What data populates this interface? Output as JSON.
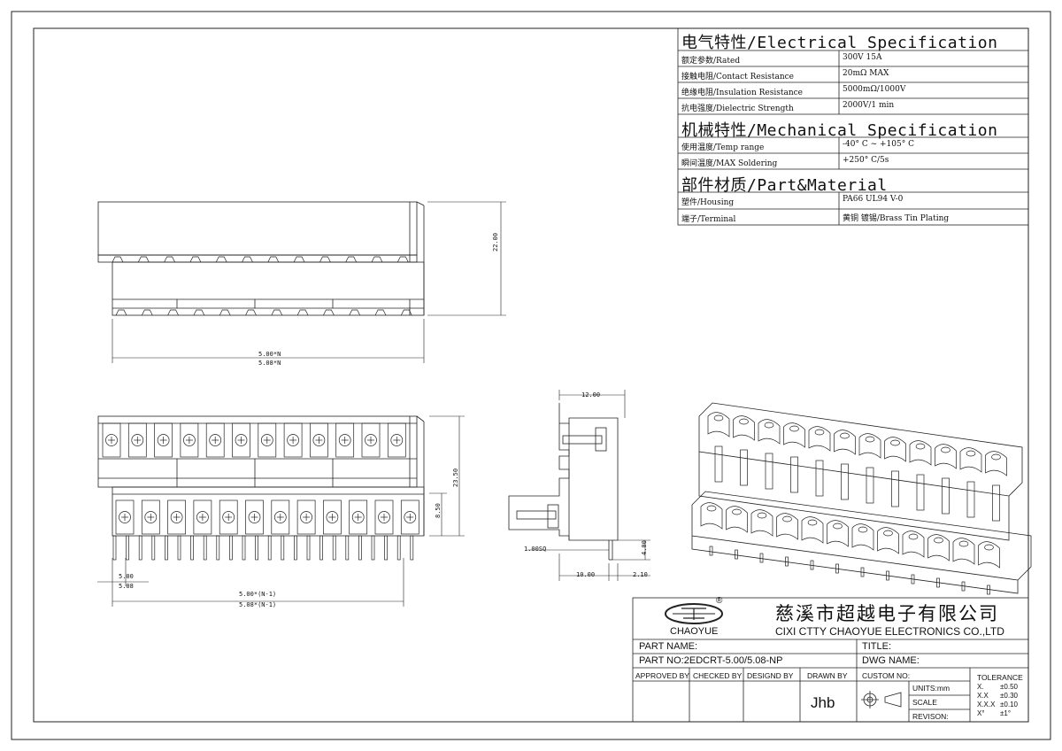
{
  "spec": {
    "electrical_title": "电气特性/Electrical Specification",
    "electrical_rows": [
      {
        "label": "额定参数/Rated",
        "value": "300V  15A"
      },
      {
        "label": "接触电阻/Contact Resistance",
        "value": "20mΩ MAX"
      },
      {
        "label": "绝缘电阻/Insulation Resistance",
        "value": "5000mΩ/1000V"
      },
      {
        "label": "抗电强度/Dielectric Strength",
        "value": "2000V/1 min"
      }
    ],
    "mechanical_title": "机械特性/Mechanical Specification",
    "mechanical_rows": [
      {
        "label": "使用温度/Temp range",
        "value": "-40° C ~ +105° C"
      },
      {
        "label": "瞬间温度/MAX Soldering",
        "value": "+250° C/5s"
      }
    ],
    "material_title": "部件材质/Part&Material",
    "material_rows": [
      {
        "label": "塑件/Housing",
        "value": "PA66 UL94 V-0"
      },
      {
        "label": "端子/Terminal",
        "value": "黄铜 镀锡/Brass Tin Plating"
      }
    ]
  },
  "dimensions": {
    "top_width_a": "5.00*N",
    "top_width_b": "5.08*N",
    "top_height": "22.00",
    "front_height_total": "23.50",
    "front_height_lower": "8.50",
    "pitch_a": "5.00",
    "pitch_b": "5.08",
    "front_width_a": "5.00*(N-1)",
    "front_width_b": "5.08*(N-1)",
    "side_top_width": "12.00",
    "side_pin_sq": "1.00SQ",
    "side_pin_len": "4.00",
    "side_bottom_a": "10.00",
    "side_bottom_b": "2.10"
  },
  "title_block": {
    "logo_text": "CHAOYUE",
    "logo_mark": "®",
    "company_cn": "慈溪市超越电子有限公司",
    "company_en": "CIXI CTTY CHAOYUE ELECTRONICS CO.,LTD",
    "part_name_label": "PART NAME:",
    "title_label": "TITLE:",
    "part_no_label": "PART NO:",
    "part_no_value": "2EDCRT-5.00/5.08-NP",
    "dwg_name_label": "DWG NAME:",
    "approved_by": "APPROVED BY",
    "checked_by": "CHECKED BY",
    "designed_by": "DESIGND BY",
    "drawn_by": "DRAWN BY",
    "drawn_by_value": "Jhb",
    "custom_no": "CUSTOM NO:",
    "units": "UNITS:mm",
    "scale": "SCALE",
    "revison": "REVISON:",
    "tolerance_title": "TOLERANCE",
    "tolerance_rows": [
      {
        "key": "X.",
        "value": "±0.50"
      },
      {
        "key": "X.X",
        "value": "±0.30"
      },
      {
        "key": "X.X.X",
        "value": "±0.10"
      },
      {
        "key": "X°",
        "value": "±1°"
      }
    ]
  }
}
